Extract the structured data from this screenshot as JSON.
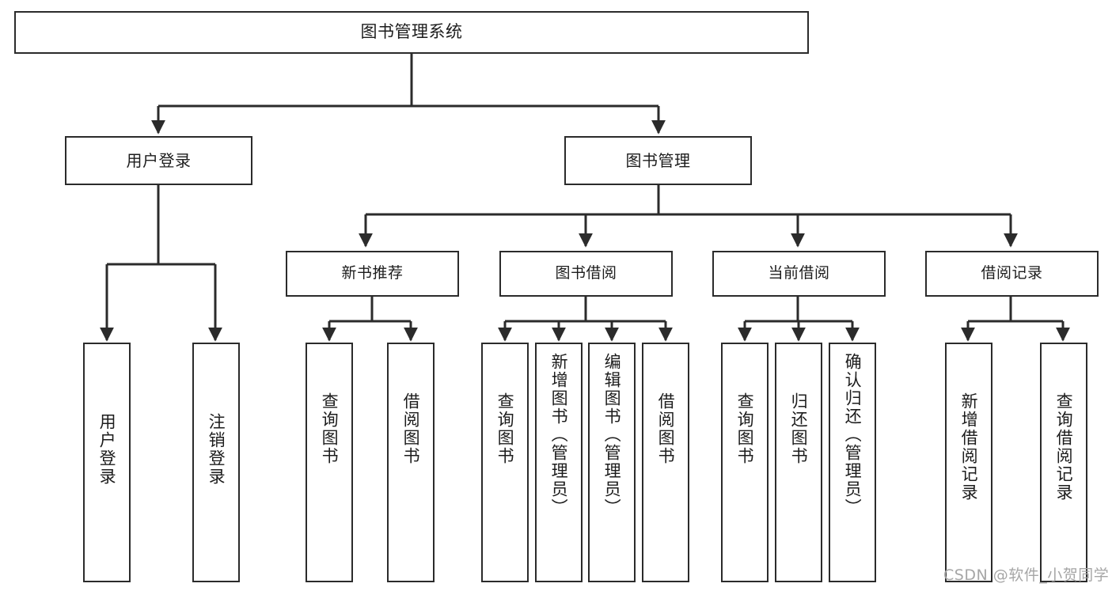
{
  "diagram": {
    "type": "tree-hierarchy",
    "title": "图书管理系统",
    "watermark": "CSDN @软件_小贺同学",
    "colors": {
      "box_border": "#2b2b2b",
      "box_fill": "#ffffff",
      "connector": "#2b2b2b",
      "text": "#1c1c1c",
      "watermark": "#a6a6a6",
      "background": "#ffffff"
    },
    "root": {
      "label": "图书管理系统"
    },
    "tier1": [
      {
        "label": "用户登录"
      },
      {
        "label": "图书管理"
      }
    ],
    "tier2": [
      {
        "label": "新书推荐"
      },
      {
        "label": "图书借阅"
      },
      {
        "label": "当前借阅"
      },
      {
        "label": "借阅记录"
      }
    ],
    "leaves": {
      "user_login": [
        {
          "label": "用户登录"
        },
        {
          "label": "注销登录"
        }
      ],
      "new_book_recommend": [
        {
          "label": "查询图书"
        },
        {
          "label": "借阅图书"
        }
      ],
      "book_borrow": [
        {
          "label": "查询图书"
        },
        {
          "label": "新增图书（管理员）"
        },
        {
          "label": "编辑图书（管理员）"
        },
        {
          "label": "借阅图书"
        }
      ],
      "current_borrow": [
        {
          "label": "查询图书"
        },
        {
          "label": "归还图书"
        },
        {
          "label": "确认归还（管理员）"
        }
      ],
      "borrow_record": [
        {
          "label": "新增借阅记录"
        },
        {
          "label": "查询借阅记录"
        }
      ]
    }
  }
}
